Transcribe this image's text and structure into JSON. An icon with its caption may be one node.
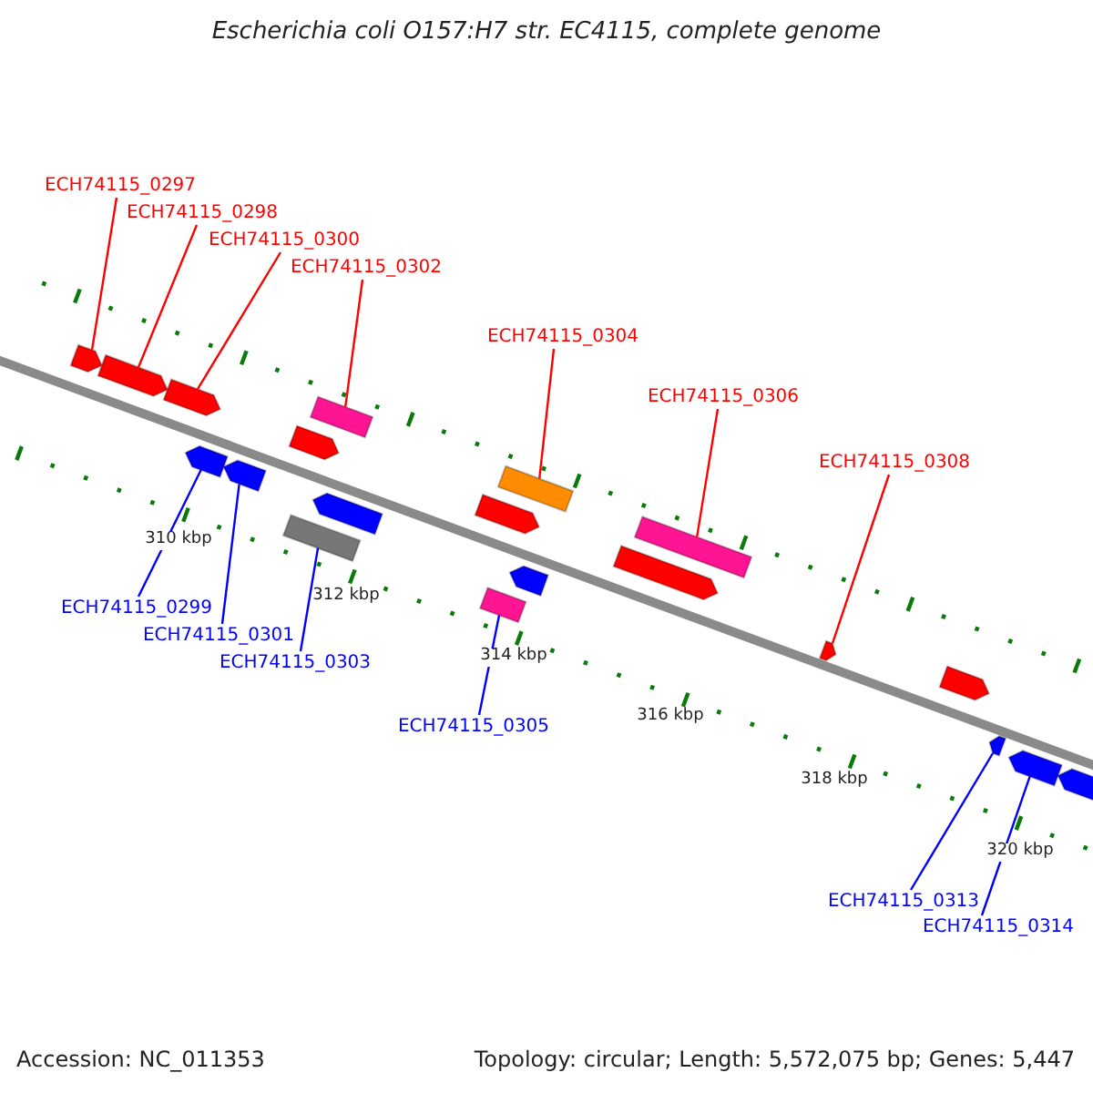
{
  "diagram": {
    "title": "Escherichia coli O157:H7 str. EC4115, complete genome",
    "nodes": [
      {
        "text": [
          "ECH74115_0297"
        ]
      },
      {
        "text": [
          "ECH74115_0298"
        ]
      },
      {
        "text": [
          "ECH74115_0300"
        ]
      },
      {
        "text": [
          "ECH74115_0302"
        ]
      },
      {
        "text": [
          "ECH74115_0304"
        ]
      },
      {
        "text": [
          "ECH74115_0306"
        ]
      },
      {
        "text": [
          "ECH74115_0308"
        ]
      },
      {
        "text": [
          "ECH74115_0299"
        ]
      },
      {
        "text": [
          "ECH74115_0301"
        ]
      },
      {
        "text": [
          "ECH74115_0303"
        ]
      },
      {
        "text": [
          "ECH74115_0305"
        ]
      },
      {
        "text": [
          "ECH74115_0313"
        ]
      },
      {
        "text": [
          "ECH74115_0314"
        ]
      },
      {
        "text": [],
        "shape": "pentagon"
      },
      {
        "text": [],
        "shape": "pentagon"
      },
      {
        "text": [],
        "shape": "pentagon"
      },
      {
        "text": [],
        "shape": "pentagon"
      },
      {
        "text": [],
        "shape": "pentagon"
      },
      {
        "text": [],
        "shape": "pentagon"
      },
      {
        "text": [],
        "shape": "box"
      },
      {
        "text": [],
        "shape": "box"
      },
      {
        "text": [],
        "shape": "pentagon"
      },
      {
        "text": [],
        "shape": "pentagon"
      },
      {
        "text": [],
        "shape": "box"
      },
      {
        "text": [],
        "shape": "box"
      },
      {
        "text": [],
        "shape": "pentagon"
      },
      {
        "text": [],
        "shape": "pentagon"
      },
      {
        "text": [],
        "shape": "box"
      },
      {
        "text": [],
        "shape": "pentagon"
      },
      {
        "text": [],
        "shape": "pentagon"
      },
      {
        "text": [],
        "shape": "pentagon"
      },
      {
        "text": [],
        "shape": "pentagon"
      },
      {
        "text": [],
        "shape": "pentagon"
      }
    ],
    "edges": [
      {
        "from": 0,
        "to": 13,
        "arrow": "none"
      },
      {
        "from": 1,
        "to": 14,
        "arrow": "none"
      },
      {
        "from": 2,
        "to": 15,
        "arrow": "none"
      },
      {
        "from": 3,
        "to": 19,
        "arrow": "none"
      },
      {
        "from": 4,
        "to": 23,
        "arrow": "none"
      },
      {
        "from": 5,
        "to": 27,
        "arrow": "none"
      },
      {
        "from": 6,
        "to": 28,
        "arrow": "none"
      },
      {
        "from": 7,
        "to": 16,
        "arrow": "none",
        "color": "#0000ff"
      },
      {
        "from": 8,
        "to": 17,
        "arrow": "none",
        "color": "#0000ff"
      },
      {
        "from": 9,
        "to": 20,
        "arrow": "none",
        "color": "#0000ff"
      },
      {
        "from": 10,
        "to": 24,
        "arrow": "none",
        "color": "#0000ff"
      },
      {
        "from": 11,
        "to": 30,
        "arrow": "none",
        "color": "#0000ff"
      },
      {
        "from": 12,
        "to": 31,
        "arrow": "none",
        "color": "#0000ff"
      }
    ],
    "labels": [
      "310 kbp",
      "312 kbp",
      "314 kbp",
      "316 kbp",
      "318 kbp",
      "320 kbp",
      "Accession: NC_011353",
      "Topology: circular; Length: 5,572,075 bp; Genes: 5,447"
    ]
  }
}
